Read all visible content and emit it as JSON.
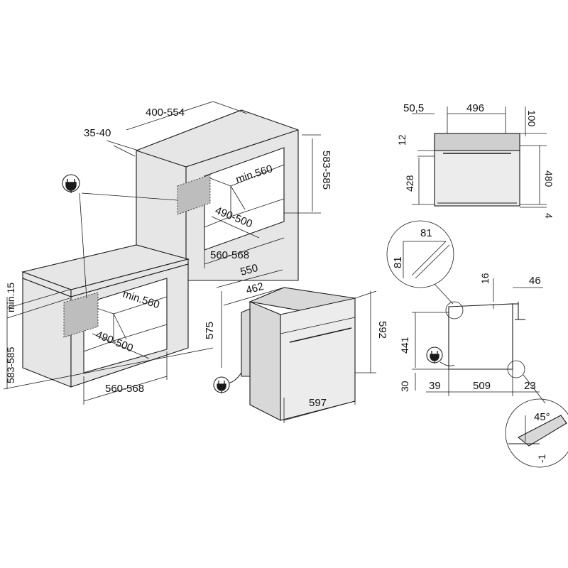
{
  "labels": {
    "top_depth": "400-554",
    "top_side": "35-40",
    "col_height": "583-585",
    "col_min": "min.560",
    "col_depth": "490-500",
    "col_width": "560-568",
    "ovc_min15": "min.15",
    "ovc_height": "583-585",
    "ovc_min": "min.560",
    "ovc_depth": "490-500",
    "ovc_width": "560-568",
    "oven_depth": "550",
    "oven_inner": "462",
    "oven_left_h": "575",
    "oven_h": "592",
    "oven_w": "597",
    "front_50": "50,5",
    "front_496": "496",
    "front_100": "100",
    "front_12": "12",
    "front_428": "428",
    "front_480": "480",
    "front_4": "4",
    "det_81a": "81",
    "det_81b": "81",
    "side_16": "16",
    "side_46": "46",
    "side_441": "441",
    "side_30": "30",
    "side_39": "39",
    "side_509": "509",
    "side_23": "23",
    "angle_45": "45°",
    "angle_m1": "-1"
  },
  "icons": [
    "plug-icon",
    "plug-icon",
    "plug-icon"
  ]
}
